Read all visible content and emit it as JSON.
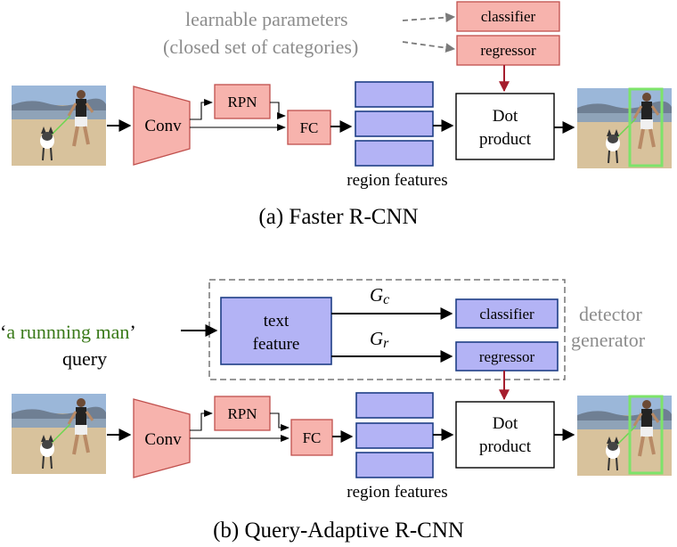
{
  "top": {
    "learnable_line1": "learnable parameters",
    "learnable_line2": "(closed set of categories)",
    "classifier": "classifier",
    "regressor": "regressor",
    "rpn": "RPN",
    "conv": "Conv",
    "fc": "FC",
    "dot_line1": "Dot",
    "dot_line2": "product",
    "region_features": "region features",
    "caption": "(a) Faster R-CNN"
  },
  "bottom": {
    "query_open": "‘",
    "query_text": "a runnning man",
    "query_close": "’",
    "query_label": "query",
    "text_feature_line1": "text",
    "text_feature_line2": "feature",
    "gc_main": "G",
    "gc_sub": "c",
    "gr_main": "G",
    "gr_sub": "r",
    "classifier": "classifier",
    "regressor": "regressor",
    "detector_line1": "detector",
    "detector_line2": "generator",
    "rpn": "RPN",
    "conv": "Conv",
    "fc": "FC",
    "dot_line1": "Dot",
    "dot_line2": "product",
    "region_features": "region features",
    "caption": "(b) Query-Adaptive R-CNN"
  },
  "colors": {
    "pink_fill": "#f7b3ad",
    "pink_stroke": "#c0504d",
    "blue_fill": "#b3b3f5",
    "blue_stroke": "#1f3f86",
    "red_arrow": "#a51d2d",
    "gray_text": "#8c8c8c",
    "query_green": "#3a7a1a",
    "bbox_green": "#7de36a"
  }
}
